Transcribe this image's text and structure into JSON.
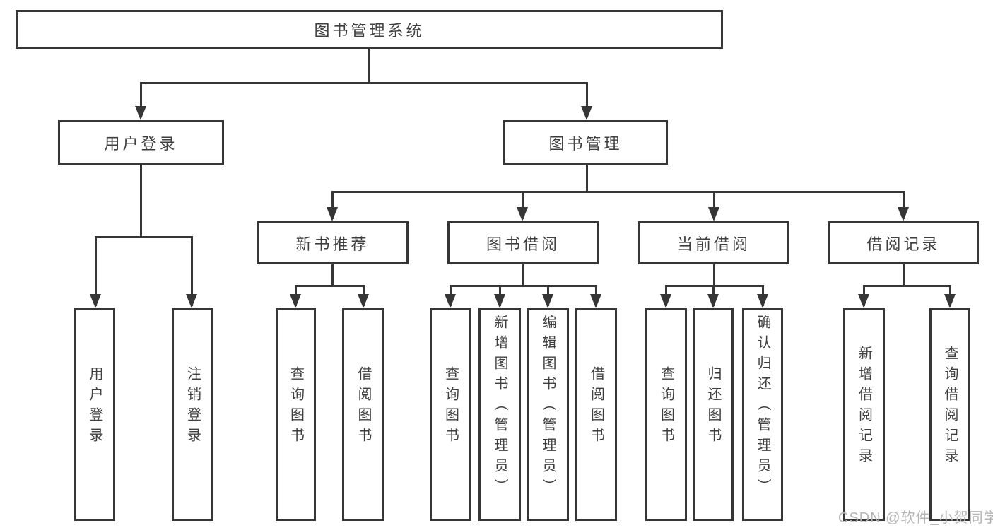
{
  "tree": {
    "root": "图书管理系统",
    "branches": [
      {
        "label": "用户登录",
        "children": [
          "用户登录",
          "注销登录"
        ]
      },
      {
        "label": "图书管理",
        "groups": [
          {
            "label": "新书推荐",
            "children": [
              "查询图书",
              "借阅图书"
            ]
          },
          {
            "label": "图书借阅",
            "children": [
              "查询图书",
              "新增图书（管理员）",
              "编辑图书（管理员）",
              "借阅图书"
            ]
          },
          {
            "label": "当前借阅",
            "children": [
              "查询图书",
              "归还图书",
              "确认归还（管理员）"
            ]
          },
          {
            "label": "借阅记录",
            "children": [
              "新增借阅记录",
              "查询借阅记录"
            ]
          }
        ]
      }
    ]
  },
  "watermark": {
    "text": "CSDN @软件_小贺同学"
  },
  "colors": {
    "line": "#363636",
    "text": "#3f3f3f",
    "background": "#ffffff",
    "watermark": "#b5b5b5"
  }
}
